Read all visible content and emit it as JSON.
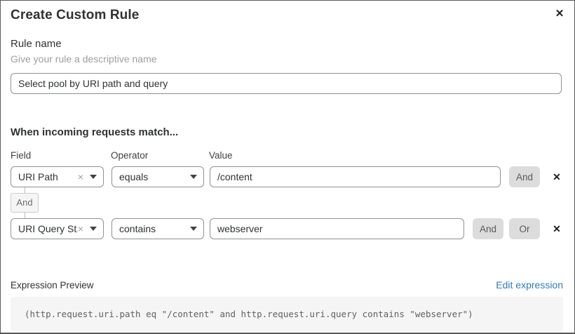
{
  "dialog": {
    "title": "Create Custom Rule",
    "close_glyph": "✕"
  },
  "rule_name": {
    "label": "Rule name",
    "hint": "Give your rule a descriptive name",
    "value": "Select pool by URI path and query"
  },
  "matcher": {
    "heading": "When incoming requests match...",
    "columns": {
      "field": "Field",
      "operator": "Operator",
      "value": "Value"
    },
    "connector_label": "And",
    "rows": [
      {
        "field": "URI Path",
        "operator": "equals",
        "value": "/content",
        "buttons": [
          "And"
        ],
        "clear_glyph": "×",
        "delete_glyph": "✕"
      },
      {
        "field": "URI Query St...",
        "operator": "contains",
        "value": "webserver",
        "buttons": [
          "And",
          "Or"
        ],
        "clear_glyph": "×",
        "delete_glyph": "✕"
      }
    ]
  },
  "expression": {
    "label": "Expression Preview",
    "edit_link": "Edit expression",
    "code": "(http.request.uri.path eq \"/content\" and http.request.uri.query contains \"webserver\")"
  },
  "colors": {
    "link_blue": "#2f7bbf",
    "button_gray": "#dcdcdc",
    "preview_bg": "#f5f5f5",
    "border_gray": "#8f9194"
  }
}
